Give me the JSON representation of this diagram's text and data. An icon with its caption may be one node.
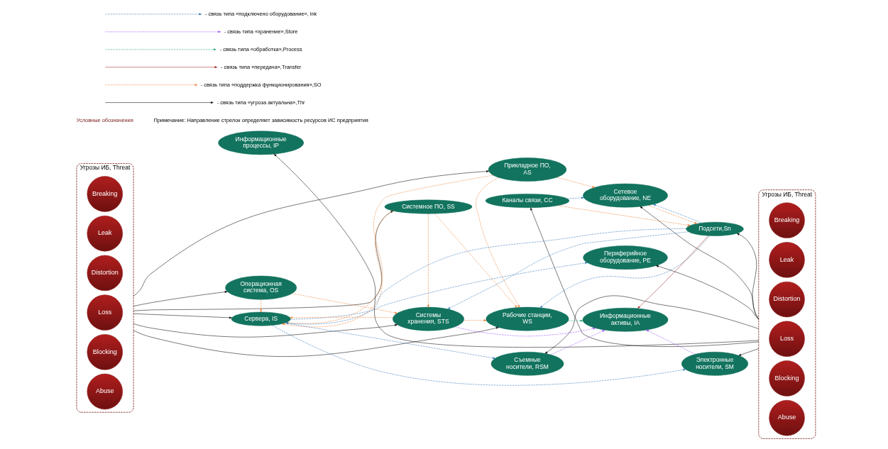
{
  "diagram": {
    "nodes": [
      {
        "text": [
          "Угрозы ИБ, Threat"
        ]
      },
      {
        "text": [
          "Breaking"
        ],
        "in": 0
      },
      {
        "text": [
          "Leak"
        ],
        "in": 0
      },
      {
        "text": [
          "Distortion"
        ],
        "in": 0
      },
      {
        "text": [
          "Loss"
        ],
        "in": 0
      },
      {
        "text": [
          "Blocking"
        ],
        "in": 0
      },
      {
        "text": [
          "Abuse"
        ],
        "in": 0
      },
      {
        "text": [
          "Угрозы ИБ, Threat"
        ]
      },
      {
        "text": [
          "Breaking"
        ],
        "in": 7
      },
      {
        "text": [
          "Leak"
        ],
        "in": 7
      },
      {
        "text": [
          "Distortion"
        ],
        "in": 7
      },
      {
        "text": [
          "Loss"
        ],
        "in": 7
      },
      {
        "text": [
          "Blocking"
        ],
        "in": 7
      },
      {
        "text": [
          "Abuse"
        ],
        "in": 7
      },
      {
        "text": [
          "Информационные процессы, IP"
        ]
      },
      {
        "text": [
          "Операционная система, OS"
        ]
      },
      {
        "text": [
          "Системное ПО, SS"
        ]
      },
      {
        "text": [
          "Прикладное ПО, AS"
        ]
      },
      {
        "text": [
          "Сетевое оборудование, NE"
        ]
      },
      {
        "text": [
          "Каналы связи, CC"
        ]
      },
      {
        "text": [
          "Подсети,Sn"
        ]
      },
      {
        "text": [
          "Сервера, IS"
        ]
      },
      {
        "text": [
          "Системы хранения, STS"
        ]
      },
      {
        "text": [
          "Рабочие станции, WS"
        ]
      },
      {
        "text": [
          "Периферийное оборудование, PE"
        ]
      },
      {
        "text": [
          "Съемные носители, RSM"
        ]
      },
      {
        "text": [
          "Электронные носители, SM"
        ]
      },
      {
        "text": [
          "Информационные активы, IA"
        ]
      }
    ],
    "edges": [
      {
        "from": 0,
        "to": 15,
        "arrow": "to"
      },
      {
        "from": 0,
        "to": 16,
        "arrow": "to"
      },
      {
        "from": 0,
        "to": 17,
        "arrow": "to"
      },
      {
        "from": 0,
        "to": 21,
        "arrow": "to"
      },
      {
        "from": 0,
        "to": 22,
        "arrow": "to"
      },
      {
        "from": 0,
        "to": 23,
        "arrow": "to"
      },
      {
        "from": 7,
        "to": 14,
        "arrow": "to"
      },
      {
        "from": 7,
        "to": 18,
        "arrow": "to"
      },
      {
        "from": 7,
        "to": 19,
        "arrow": "to"
      },
      {
        "from": 7,
        "to": 20,
        "arrow": "to"
      },
      {
        "from": 7,
        "to": 26,
        "arrow": "to"
      },
      {
        "from": 7,
        "to": 25,
        "arrow": "to"
      },
      {
        "from": 7,
        "to": 24,
        "arrow": "to"
      },
      {
        "from": 17,
        "to": 18,
        "arrow": "to",
        "style": "dashed",
        "color": "#ed7d31"
      },
      {
        "from": 16,
        "to": 21,
        "arrow": "to",
        "style": "dashed",
        "color": "#ed7d31"
      },
      {
        "from": 17,
        "to": 21,
        "arrow": "to",
        "style": "dashed",
        "color": "#ed7d31"
      },
      {
        "from": 15,
        "to": 21,
        "arrow": "to",
        "style": "dashed",
        "color": "#ed7d31"
      },
      {
        "from": 15,
        "to": 22,
        "arrow": "to",
        "style": "dashed",
        "color": "#ed7d31"
      },
      {
        "from": 16,
        "to": 22,
        "arrow": "to",
        "style": "dashed",
        "color": "#ed7d31"
      },
      {
        "from": 16,
        "to": 23,
        "arrow": "to",
        "style": "dashed",
        "color": "#ed7d31"
      },
      {
        "from": 17,
        "to": 23,
        "arrow": "to",
        "style": "dashed",
        "color": "#ed7d31"
      },
      {
        "from": 22,
        "to": 23,
        "arrow": "to",
        "style": "dashed",
        "color": "#ed7d31"
      },
      {
        "from": 22,
        "to": 21,
        "arrow": "to",
        "style": "dashed",
        "color": "#ed7d31"
      },
      {
        "from": 18,
        "to": 20,
        "arrow": "to",
        "style": "dashed",
        "color": "#ed7d31"
      },
      {
        "from": 19,
        "to": 20,
        "arrow": "to",
        "style": "dashed",
        "color": "#ed7d31"
      },
      {
        "from": 19,
        "to": 18,
        "arrow": "to",
        "style": "dashed",
        "color": "#2e75b6"
      },
      {
        "from": 20,
        "to": 18,
        "arrow": "to",
        "style": "dashed",
        "color": "#2e75b6"
      },
      {
        "from": 20,
        "to": 21,
        "arrow": "to",
        "style": "dashed",
        "color": "#2e75b6"
      },
      {
        "from": 20,
        "to": 22,
        "arrow": "to",
        "style": "dashed",
        "color": "#2e75b6"
      },
      {
        "from": 20,
        "to": 23,
        "arrow": "to",
        "style": "dashed",
        "color": "#2e75b6"
      },
      {
        "from": 21,
        "to": 24,
        "arrow": "to",
        "style": "dashed",
        "color": "#2e75b6"
      },
      {
        "from": 21,
        "to": 25,
        "arrow": "to",
        "style": "dashed",
        "color": "#2e75b6"
      },
      {
        "from": 21,
        "to": 26,
        "arrow": "to",
        "style": "dashed",
        "color": "#2e75b6"
      },
      {
        "from": 22,
        "to": 27,
        "arrow": "to",
        "style": "dashed",
        "color": "#9b4dff"
      },
      {
        "from": 25,
        "to": 27,
        "arrow": "to",
        "style": "dashed",
        "color": "#9b4dff"
      },
      {
        "from": 26,
        "to": 27,
        "arrow": "to",
        "style": "dashed",
        "color": "#9b4dff"
      },
      {
        "from": 23,
        "to": 27,
        "arrow": "to",
        "style": "dashed",
        "color": "#1aa37a"
      },
      {
        "from": 20,
        "to": 27,
        "arrow": "to",
        "color": "#9c1c1c"
      }
    ],
    "labels": [
      "Условные обозначения",
      "Примечание: Направление стрелок определяет зависимость ресурсов ИС предприятия"
    ],
    "legend": [
      {
        "text": "- связь типа «подключено оборудование», lnk"
      },
      {
        "text": "- связь типа «хранение»,Store"
      },
      {
        "text": "- связь типа «обработка»,Process"
      },
      {
        "text": "- связь типа «передача»,Transfer"
      },
      {
        "text": "- связь типа «поддержка функционирования»,SO"
      },
      {
        "text": "- связь типа «угроза актуальна»,Thr"
      }
    ]
  }
}
